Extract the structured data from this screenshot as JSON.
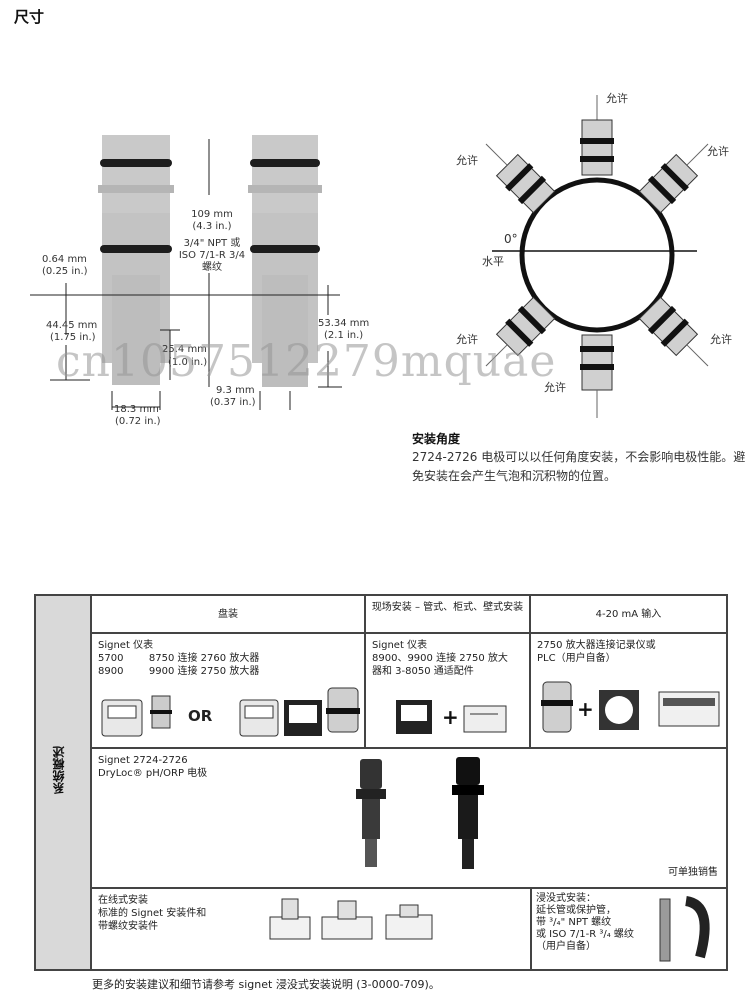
{
  "heading": "尺寸",
  "watermark": "cn1057512279mquae",
  "dimensions": {
    "length_mm": "109 mm",
    "length_in": "(4.3 in.)",
    "thread": [
      "3/4\" NPT 或",
      "ISO 7/1-R 3/4",
      "螺纹"
    ],
    "d1_mm": "0.64 mm",
    "d1_in": "(0.25 in.)",
    "d2_mm": "44.45 mm",
    "d2_in": "(1.75 in.)",
    "d3_mm": "25.4 mm",
    "d3_in": "(1.0 in.)",
    "d4_mm": "53.34 mm",
    "d4_in": "(2.1 in.)",
    "d5_mm": "9.3 mm",
    "d5_in": "(0.37 in.)",
    "d6_mm": "18.3 mm",
    "d6_in": "(0.72 in.)"
  },
  "orientation": {
    "allow": "允许",
    "zero": "0°",
    "horizontal": "水平"
  },
  "install_angle": {
    "title": "安装角度",
    "desc": "2724-2726 电极可以以任何角度安装，不会影响电极性能。避免安装在会产生气泡和沉积物的位置。"
  },
  "system": {
    "side_label": "系统概述",
    "headers": [
      "盘装",
      "现场安装 – 管式、柜式、壁式安装",
      "4-20 mA 输入"
    ],
    "panel": {
      "title": "Signet 仪表",
      "lines": [
        "5700        8750 连接 2760 放大器",
        "8900        9900 连接 2750 放大器"
      ],
      "or": "OR"
    },
    "field": {
      "title": "Signet 仪表",
      "lines": [
        "8900、9900 连接 2750 放大",
        "器和 3-8050 通适配件"
      ]
    },
    "input": {
      "lines": [
        "2750 放大器连接记录仪或",
        "PLC（用户自备）"
      ]
    },
    "electrode": {
      "title": "Signet 2724-2726",
      "subtitle": "DryLoc® pH/ORP 电极",
      "note": "可单独销售"
    },
    "inline": {
      "lines": [
        "在线式安装",
        "标准的 Signet 安装件和",
        "带螺纹安装件"
      ]
    },
    "submersion": {
      "lines": [
        "浸没式安装：",
        "延长管或保护管，",
        "带 ³/₄\" NPT 螺纹",
        "或 ISO 7/1-R ³/₄ 螺纹",
        "（用户自备）"
      ]
    }
  },
  "footer": "更多的安装建议和细节请参考 signet 浸没式安装说明 (3-0000-709)。"
}
